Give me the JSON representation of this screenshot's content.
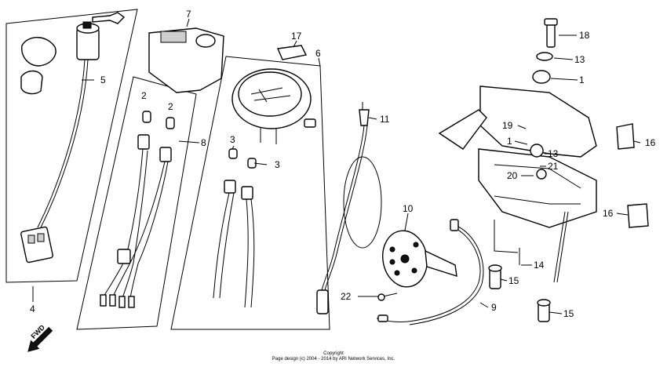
{
  "callouts": [
    {
      "id": "c1a",
      "text": "1"
    },
    {
      "id": "c1b",
      "text": "1"
    },
    {
      "id": "c2a",
      "text": "2"
    },
    {
      "id": "c2b",
      "text": "2"
    },
    {
      "id": "c3a",
      "text": "3"
    },
    {
      "id": "c3b",
      "text": "3"
    },
    {
      "id": "c4",
      "text": "4"
    },
    {
      "id": "c5",
      "text": "5"
    },
    {
      "id": "c6",
      "text": "6"
    },
    {
      "id": "c7",
      "text": "7"
    },
    {
      "id": "c8",
      "text": "8"
    },
    {
      "id": "c9",
      "text": "9"
    },
    {
      "id": "c10",
      "text": "10"
    },
    {
      "id": "c11",
      "text": "11"
    },
    {
      "id": "c13a",
      "text": "13"
    },
    {
      "id": "c13b",
      "text": "13"
    },
    {
      "id": "c14",
      "text": "14"
    },
    {
      "id": "c15a",
      "text": "15"
    },
    {
      "id": "c15b",
      "text": "15"
    },
    {
      "id": "c16a",
      "text": "16"
    },
    {
      "id": "c16b",
      "text": "16"
    },
    {
      "id": "c17",
      "text": "17"
    },
    {
      "id": "c18",
      "text": "18"
    },
    {
      "id": "c19",
      "text": "19"
    },
    {
      "id": "c20",
      "text": "20"
    },
    {
      "id": "c21",
      "text": "21"
    },
    {
      "id": "c22",
      "text": "22"
    }
  ],
  "direction_label": "FWD",
  "footer": {
    "line1": "Copyright",
    "line2": "Page design (c) 2004 - 2014 by ARI Network Services, Inc."
  }
}
